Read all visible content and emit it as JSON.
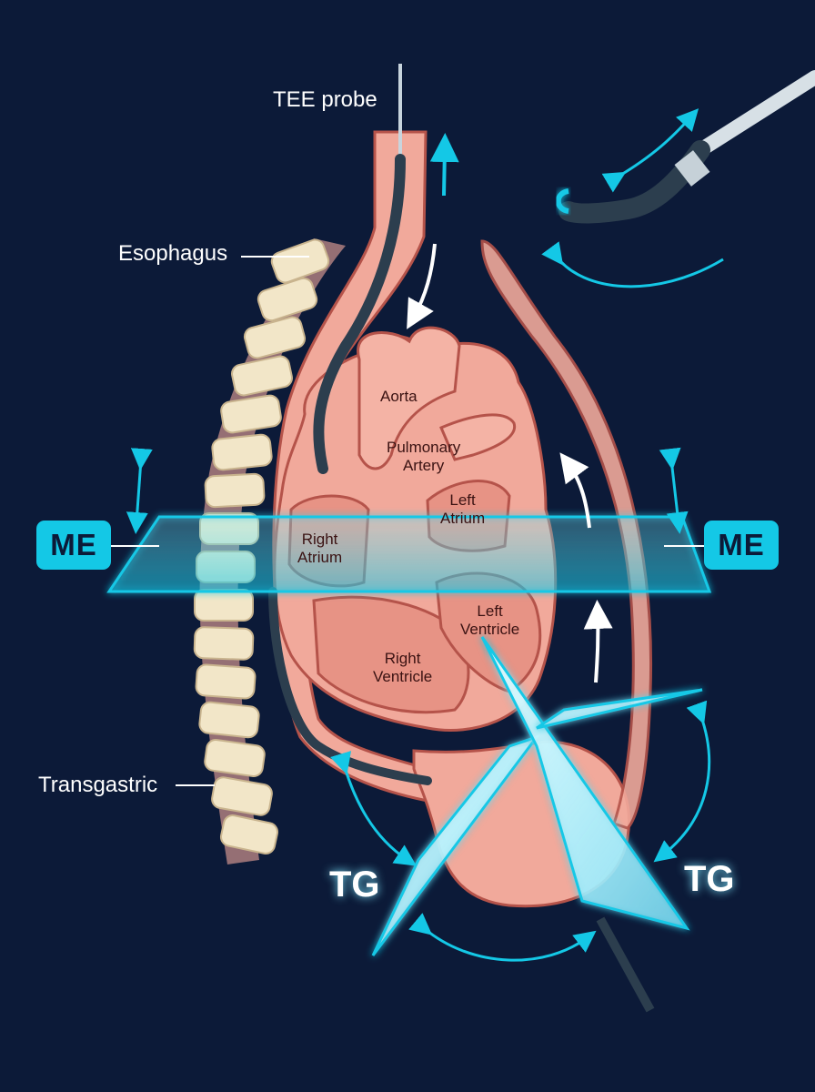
{
  "labels": {
    "tee_probe": "TEE probe",
    "esophagus": "Esophagus",
    "transgastric": "Transgastric",
    "aorta": "Aorta",
    "pulmonary_artery": "Pulmonary\nArtery",
    "left_atrium": "Left\nAtrium",
    "right_atrium": "Right\nAtrium",
    "left_ventricle": "Left\nVentricle",
    "right_ventricle": "Right\nVentricle"
  },
  "planes": {
    "me_left": "ME",
    "me_right": "ME",
    "tg_left": "TG",
    "tg_right": "TG"
  },
  "colors": {
    "background": "#0c1a38",
    "accent": "#14c8e6",
    "tissue": "#f1a99b",
    "tissue_outline": "#b5534a",
    "bone": "#f2e6c8",
    "probe": "#2c3e4e"
  }
}
